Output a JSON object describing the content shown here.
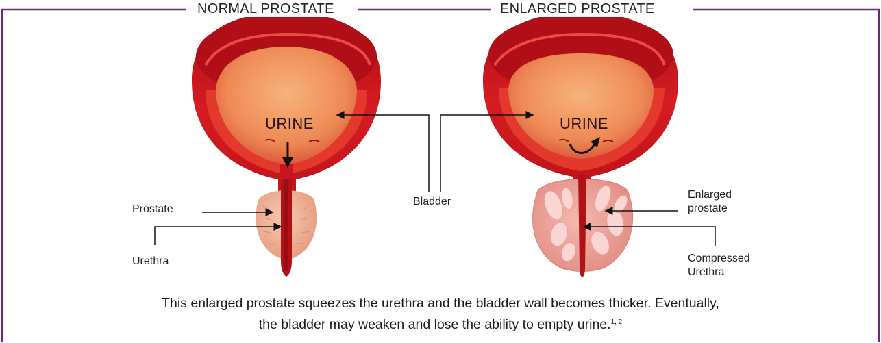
{
  "headers": {
    "normal": "NORMAL PROSTATE",
    "enlarged": "ENLARGED PROSTATE"
  },
  "labels": {
    "urine_left": "URINE",
    "urine_right": "URINE",
    "prostate": "Prostate",
    "urethra": "Urethra",
    "bladder": "Bladder",
    "enlarged_prostate_line1": "Enlarged",
    "enlarged_prostate_line2": "prostate",
    "compressed_urethra_line1": "Compressed",
    "compressed_urethra_line2": "Urethra"
  },
  "caption": {
    "line1": "This enlarged prostate squeezes the urethra and the bladder wall becomes thicker. Eventually,",
    "line2": "the bladder may weaken and lose the ability to empty urine.",
    "refs": "1, 2"
  },
  "colors": {
    "frame": "#6a2a6e",
    "bladder_outer": "#c8141e",
    "bladder_inner": "#e0362a",
    "urine": "#f29a5c",
    "prostate_normal": "#f2b49a",
    "prostate_enlarged": "#f0a398",
    "urethra": "#b01018"
  }
}
